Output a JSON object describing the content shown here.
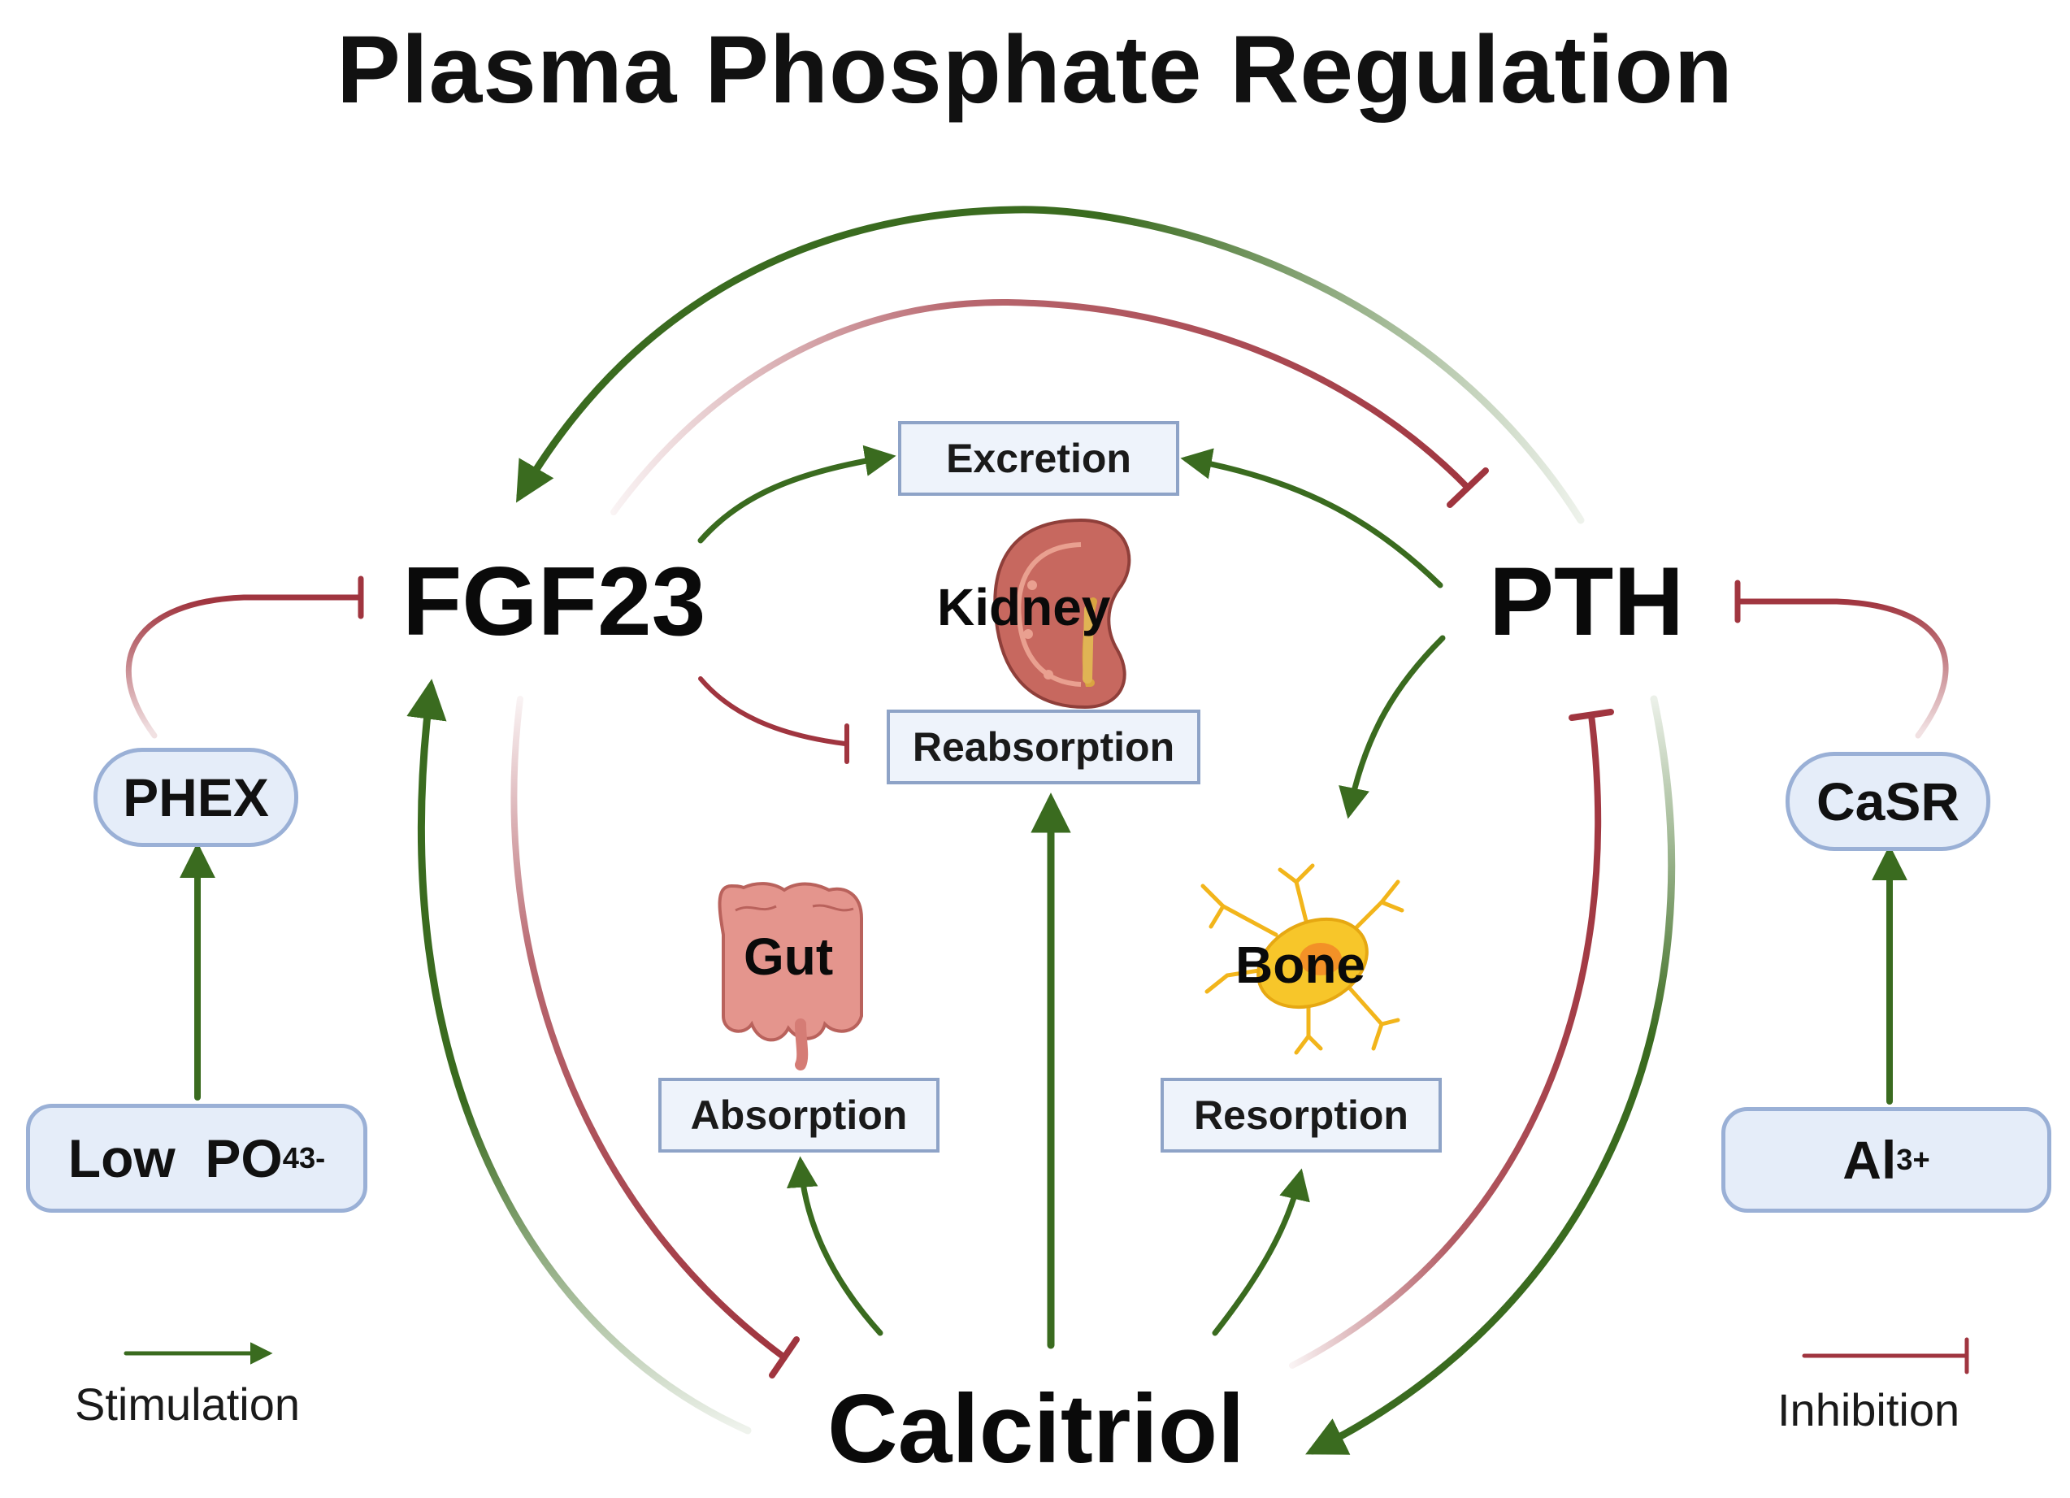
{
  "title": "Plasma Phosphate Regulation",
  "hormones": {
    "fgf23": "FGF23",
    "pth": "PTH",
    "calcitriol": "Calcitriol"
  },
  "organs": {
    "kidney": "Kidney",
    "gut": "Gut",
    "bone": "Bone"
  },
  "processes": {
    "excretion": "Excretion",
    "reabsorption": "Reabsorption",
    "absorption": "Absorption",
    "resorption": "Resorption"
  },
  "regulators": {
    "phex": "PHEX",
    "casr": "CaSR",
    "low_po4": {
      "base": "Low  PO",
      "sub": "4",
      "sup": "3-"
    },
    "al": {
      "base": "Al",
      "sup": "3+"
    }
  },
  "legend": {
    "stimulation": "Stimulation",
    "inhibition": "Inhibition"
  },
  "colors": {
    "stimulation": "#3a6b1f",
    "inhibition": "#a0353f",
    "box_border": "#8ea3c7",
    "box_fill": "#eef3fb"
  }
}
